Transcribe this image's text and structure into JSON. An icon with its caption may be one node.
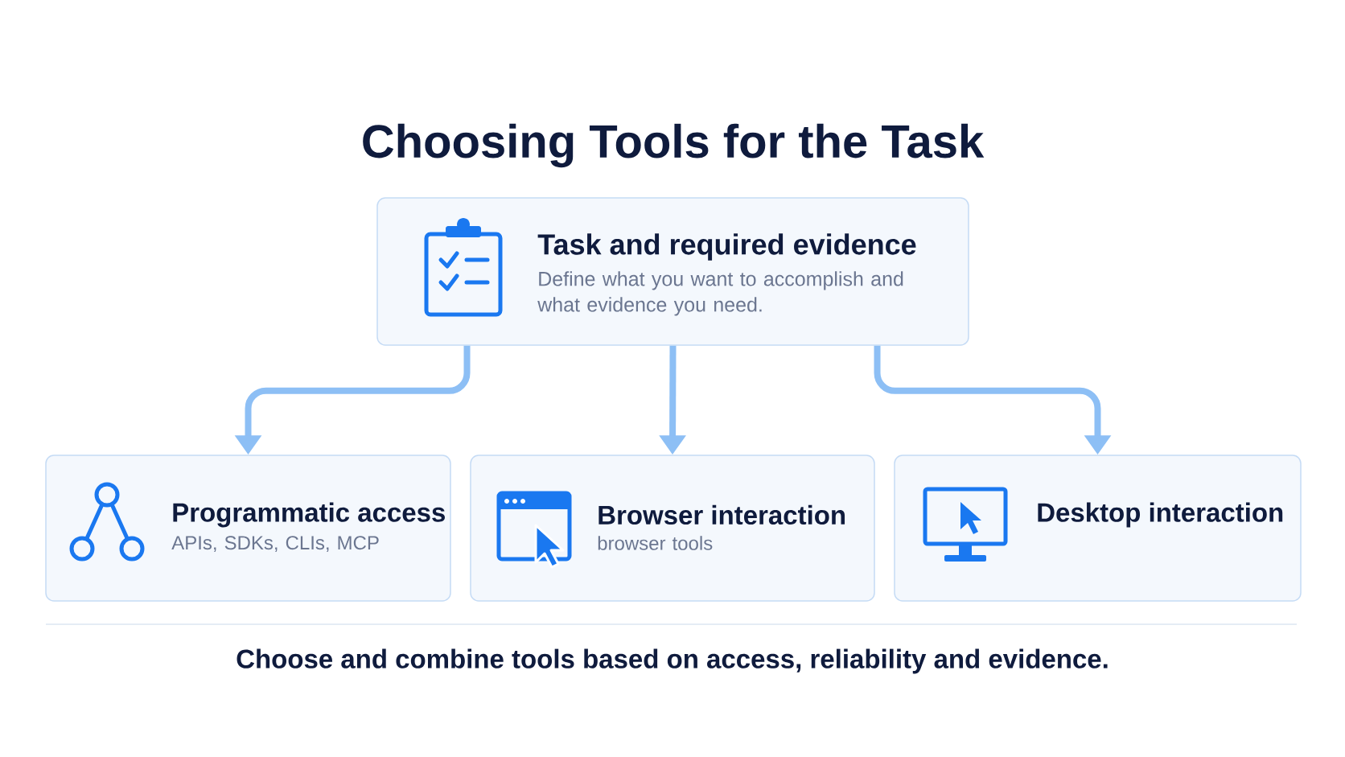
{
  "diagram": {
    "title": "Choosing Tools for the Task",
    "nodes": [
      {
        "text": [
          "Task and required evidence",
          "Define what you want to accomplish and what evidence you need."
        ]
      },
      {
        "text": [
          "Programmatic access",
          "APIs, SDKs, CLIs, MCP"
        ]
      },
      {
        "text": [
          "Browser interaction",
          "browser tools"
        ]
      },
      {
        "text": [
          "Desktop interaction"
        ]
      }
    ],
    "edges": [
      {
        "from": 0,
        "to": 1,
        "arrow": "to"
      },
      {
        "from": 0,
        "to": 2,
        "arrow": "to"
      },
      {
        "from": 0,
        "to": 3,
        "arrow": "to"
      }
    ],
    "caption": "Choose and combine tools based on access, reliability and evidence."
  }
}
